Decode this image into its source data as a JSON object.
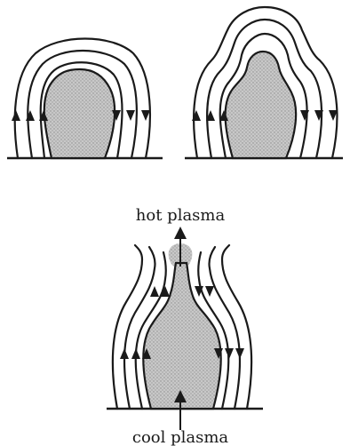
{
  "labels": {
    "hot": "hot plasma",
    "cool": "cool plasma"
  },
  "colors": {
    "ink": "#1a1a1a",
    "plasma_fill": "#bdbdbd",
    "background": "#ffffff"
  },
  "panels": [
    {
      "id": "panel-1",
      "description_hidden": true
    },
    {
      "id": "panel-2",
      "description_hidden": true
    },
    {
      "id": "panel-3",
      "description_hidden": true
    }
  ]
}
